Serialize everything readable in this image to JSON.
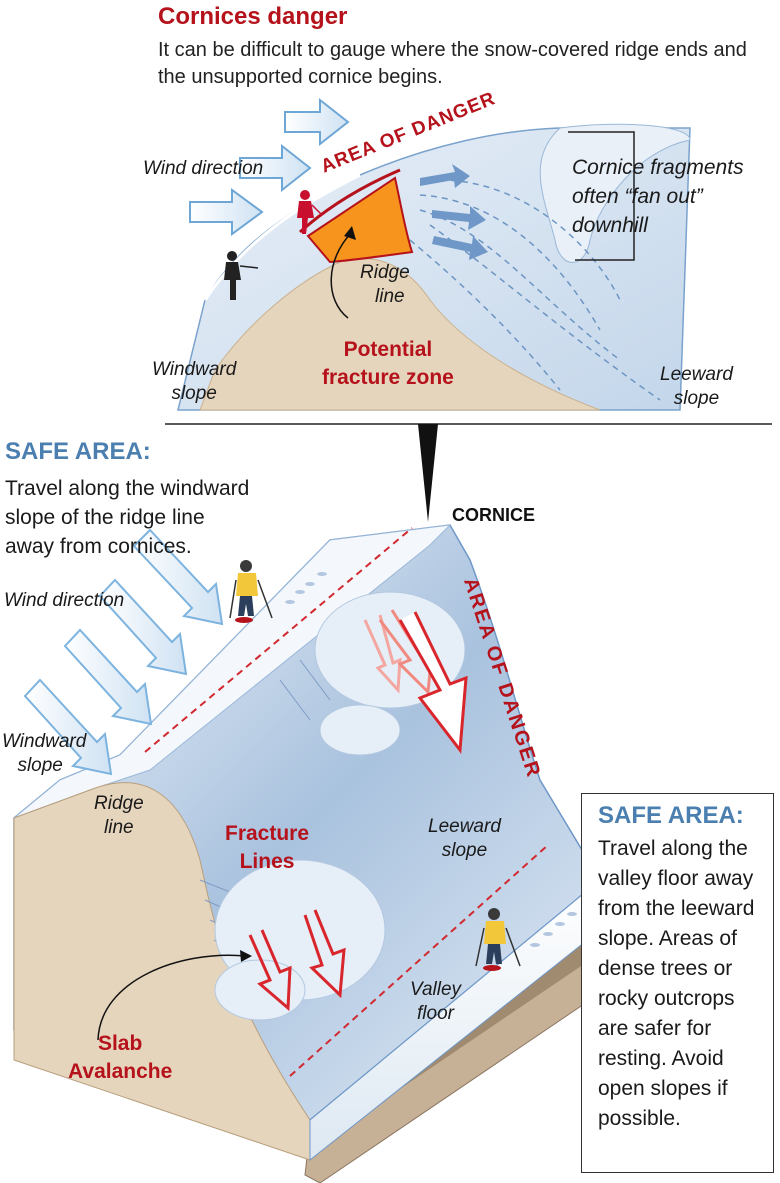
{
  "header": {
    "title": "Cornices danger",
    "subtitle": "It can be difficult to gauge where the snow-covered ridge ends and the unsupported cornice begins."
  },
  "top_diagram": {
    "wind_direction": "Wind direction",
    "area_of_danger": "AREA OF DANGER",
    "fragments_note": [
      "Cornice fragments",
      "often “fan out”",
      "downhill"
    ],
    "ridge_line": [
      "Ridge",
      "line"
    ],
    "fracture_zone": [
      "Potential",
      "fracture zone"
    ],
    "windward_slope": [
      "Windward",
      "slope"
    ],
    "leeward_slope": [
      "Leeward",
      "slope"
    ]
  },
  "bottom_diagram": {
    "safe_left_heading": "SAFE AREA:",
    "safe_left_text": [
      "Travel along the windward",
      "slope of the ridge line",
      "away from cornices."
    ],
    "cornice": "CORNICE",
    "wind_direction": "Wind direction",
    "area_of_danger": "AREA OF DANGER",
    "windward_slope": [
      "Windward",
      "slope"
    ],
    "ridge_line": [
      "Ridge",
      "line"
    ],
    "fracture_lines": [
      "Fracture",
      "Lines"
    ],
    "leeward_slope": [
      "Leeward",
      "slope"
    ],
    "valley_floor": [
      "Valley",
      "floor"
    ],
    "slab_avalanche": [
      "Slab",
      "Avalanche"
    ],
    "safe_right_heading": "SAFE AREA:",
    "safe_right_text": "Travel along the valley floor away from the leeward slope. Areas of dense trees or rocky outcrops are safer for resting. Avoid open slopes if possible."
  },
  "colors": {
    "danger_red": "#b5121b",
    "safe_blue": "#4a7fb0",
    "snow_light": "#dbe7f3",
    "snow_mid": "#a9c3de",
    "earth": "#e6d5bd",
    "orange_zone": "#f7941d"
  }
}
